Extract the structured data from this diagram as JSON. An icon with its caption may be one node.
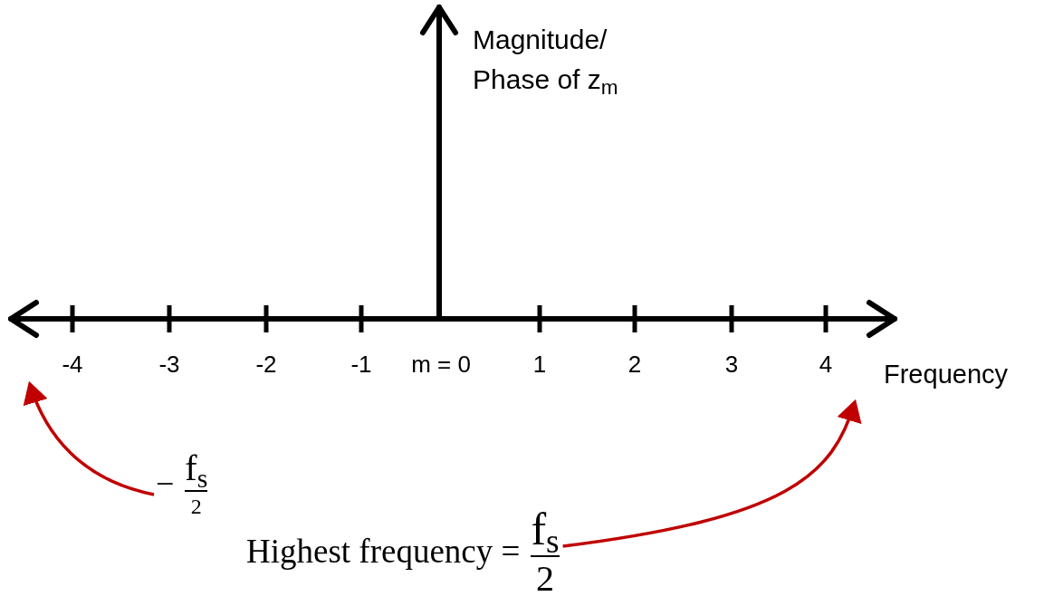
{
  "diagram": {
    "nodes": [
      {
        "text": [
          "−",
          "f$_{s}$",
          "2"
        ]
      },
      {
        "text": [
          "Highest frequency =",
          "f$_{s}$",
          "2"
        ]
      }
    ],
    "edges": [
      {
        "from": 0,
        "to": null,
        "arrow": "to",
        "color": "#c00000"
      },
      {
        "from": 1,
        "to": null,
        "arrow": "to",
        "color": "#c00000"
      }
    ],
    "labels": [
      "Magnitude/ Phase of z$_{m}$",
      "-4",
      "-3",
      "-2",
      "-1",
      "m = 0",
      "1",
      "2",
      "3",
      "4",
      "Frequency"
    ]
  }
}
